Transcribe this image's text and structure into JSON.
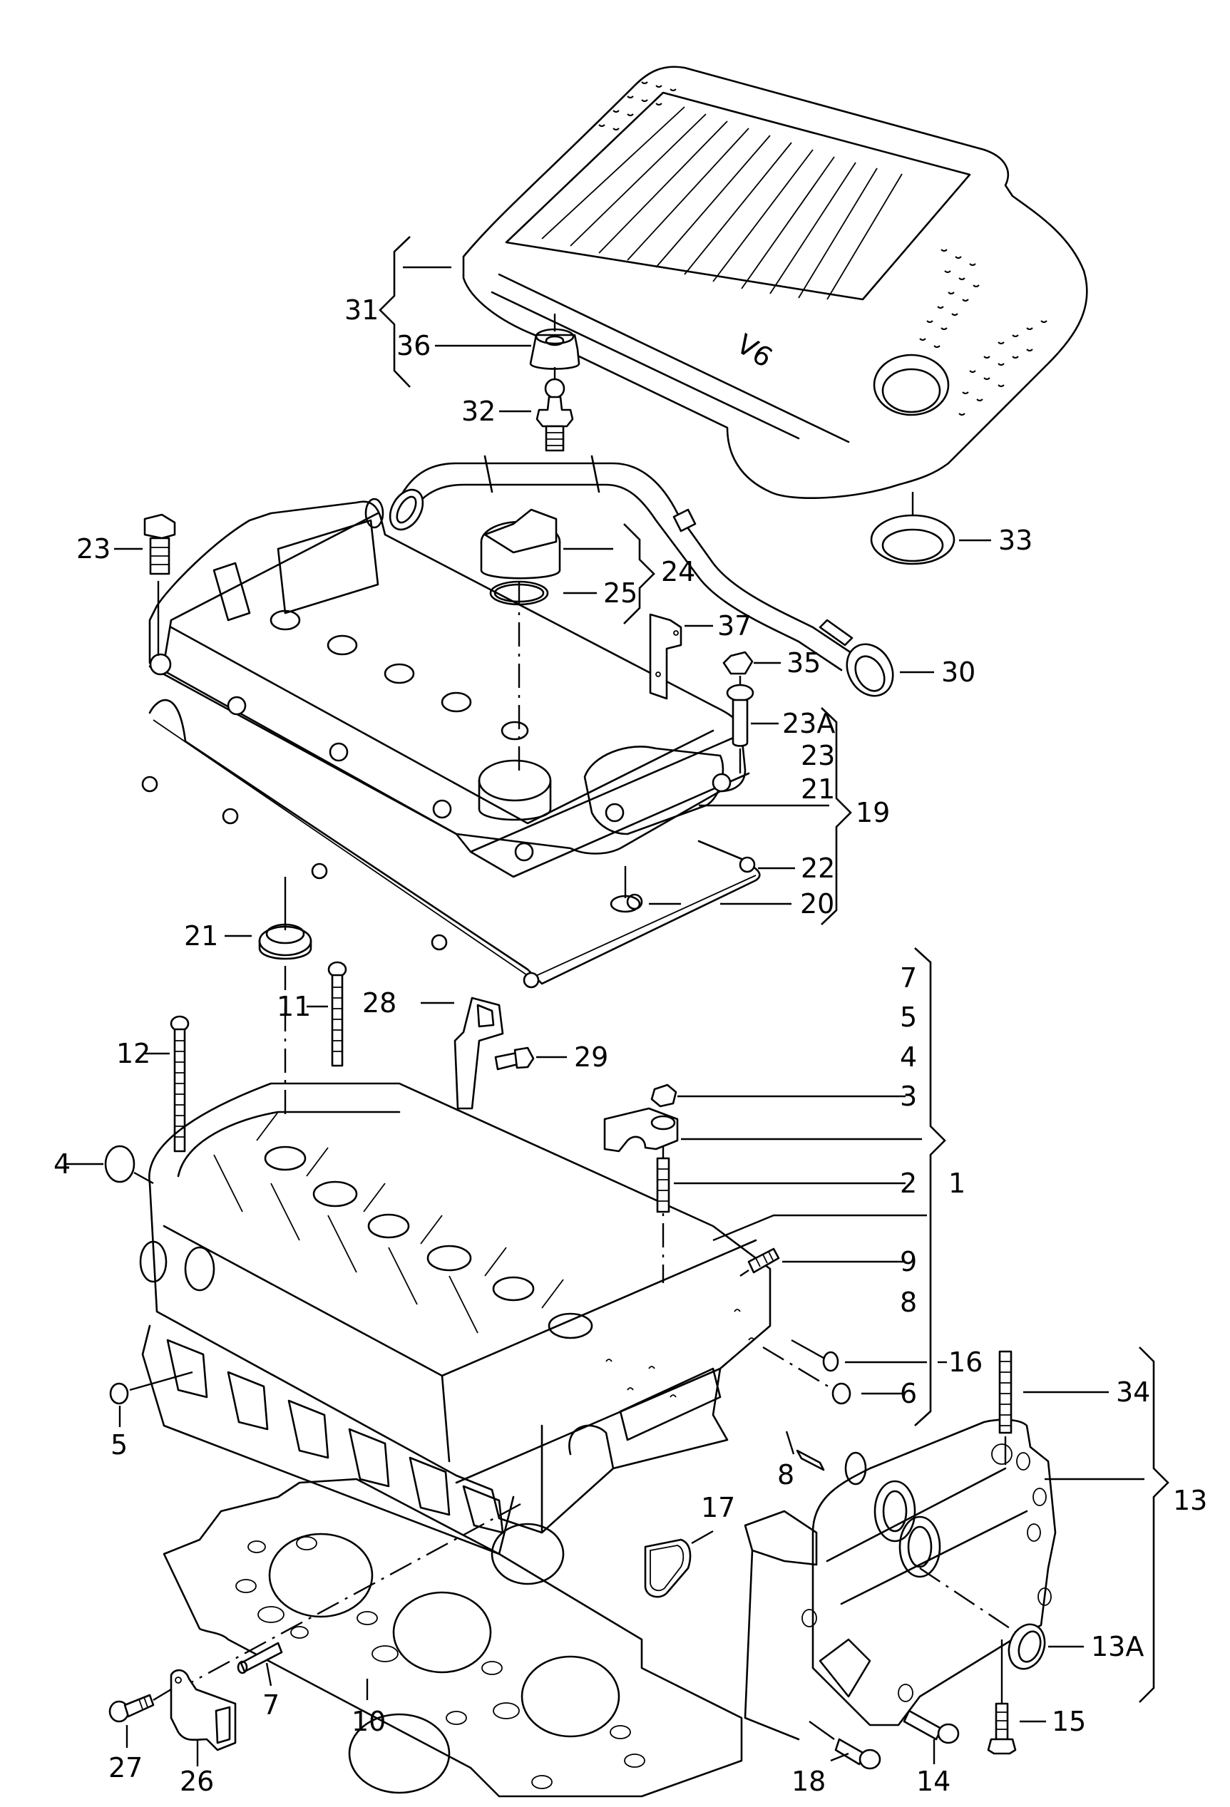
{
  "diagram": {
    "title": "Cylinder head with engine cover (V6) - exploded parts view",
    "colors": {
      "line": "#000000",
      "background": "#ffffff"
    },
    "cover_badge": "V6",
    "callouts": [
      {
        "id": "1",
        "label": "1",
        "part": "cylinder head (assembly, bracket)"
      },
      {
        "id": "2",
        "label": "2",
        "part": "stud"
      },
      {
        "id": "3",
        "label": "3",
        "part": "nut"
      },
      {
        "id": "4",
        "label": "4",
        "part": "sealing cap"
      },
      {
        "id": "5",
        "label": "5",
        "part": "sealing plug"
      },
      {
        "id": "6",
        "label": "6",
        "part": "plug"
      },
      {
        "id": "7",
        "label": "7",
        "part": "dowel pin"
      },
      {
        "id": "8",
        "label": "8",
        "part": "pin"
      },
      {
        "id": "9",
        "label": "9",
        "part": "stud"
      },
      {
        "id": "10",
        "label": "10",
        "part": "cylinder head gasket"
      },
      {
        "id": "11",
        "label": "11",
        "part": "bolt"
      },
      {
        "id": "12",
        "label": "12",
        "part": "cylinder head bolt"
      },
      {
        "id": "13",
        "label": "13",
        "part": "cover (assembly, bracket)"
      },
      {
        "id": "13A",
        "label": "13A",
        "part": "seal"
      },
      {
        "id": "14",
        "label": "14",
        "part": "bolt"
      },
      {
        "id": "15",
        "label": "15",
        "part": "bolt"
      },
      {
        "id": "16",
        "label": "16",
        "part": "seal ring"
      },
      {
        "id": "17",
        "label": "17",
        "part": "gasket"
      },
      {
        "id": "18",
        "label": "18",
        "part": "bolt"
      },
      {
        "id": "19",
        "label": "19",
        "part": "cylinder head cover (assembly, bracket)"
      },
      {
        "id": "20",
        "label": "20",
        "part": "gasket"
      },
      {
        "id": "21",
        "label": "21",
        "part": "seal"
      },
      {
        "id": "22",
        "label": "22",
        "part": "grommet"
      },
      {
        "id": "23",
        "label": "23",
        "part": "bolt"
      },
      {
        "id": "23A",
        "label": "23A",
        "part": "spacer sleeve"
      },
      {
        "id": "24",
        "label": "24",
        "part": "filler cap (assembly, bracket)"
      },
      {
        "id": "25",
        "label": "25",
        "part": "seal"
      },
      {
        "id": "26",
        "label": "26",
        "part": "lifting eye"
      },
      {
        "id": "27",
        "label": "27",
        "part": "bolt"
      },
      {
        "id": "28",
        "label": "28",
        "part": "lifting eye"
      },
      {
        "id": "29",
        "label": "29",
        "part": "bolt"
      },
      {
        "id": "30",
        "label": "30",
        "part": "breather hose"
      },
      {
        "id": "31",
        "label": "31",
        "part": "engine cover (assembly, bracket)"
      },
      {
        "id": "32",
        "label": "32",
        "part": "ball stud"
      },
      {
        "id": "33",
        "label": "33",
        "part": "grommet"
      },
      {
        "id": "34",
        "label": "34",
        "part": "stud"
      },
      {
        "id": "35",
        "label": "35",
        "part": "nut"
      },
      {
        "id": "36",
        "label": "36",
        "part": "rubber mount"
      },
      {
        "id": "37",
        "label": "37",
        "part": "bracket"
      }
    ],
    "brace_groups": [
      {
        "label": "31",
        "members": [
          "31",
          "36"
        ]
      },
      {
        "label": "24",
        "members": [
          "24",
          "25"
        ]
      },
      {
        "label": "19",
        "members": [
          "23A",
          "23",
          "21",
          "22",
          "20"
        ]
      },
      {
        "label": "1",
        "members": [
          "7",
          "5",
          "4",
          "3",
          "2",
          "9",
          "8",
          "16",
          "6"
        ]
      },
      {
        "label": "13",
        "members": [
          "34",
          "13A"
        ]
      }
    ]
  }
}
